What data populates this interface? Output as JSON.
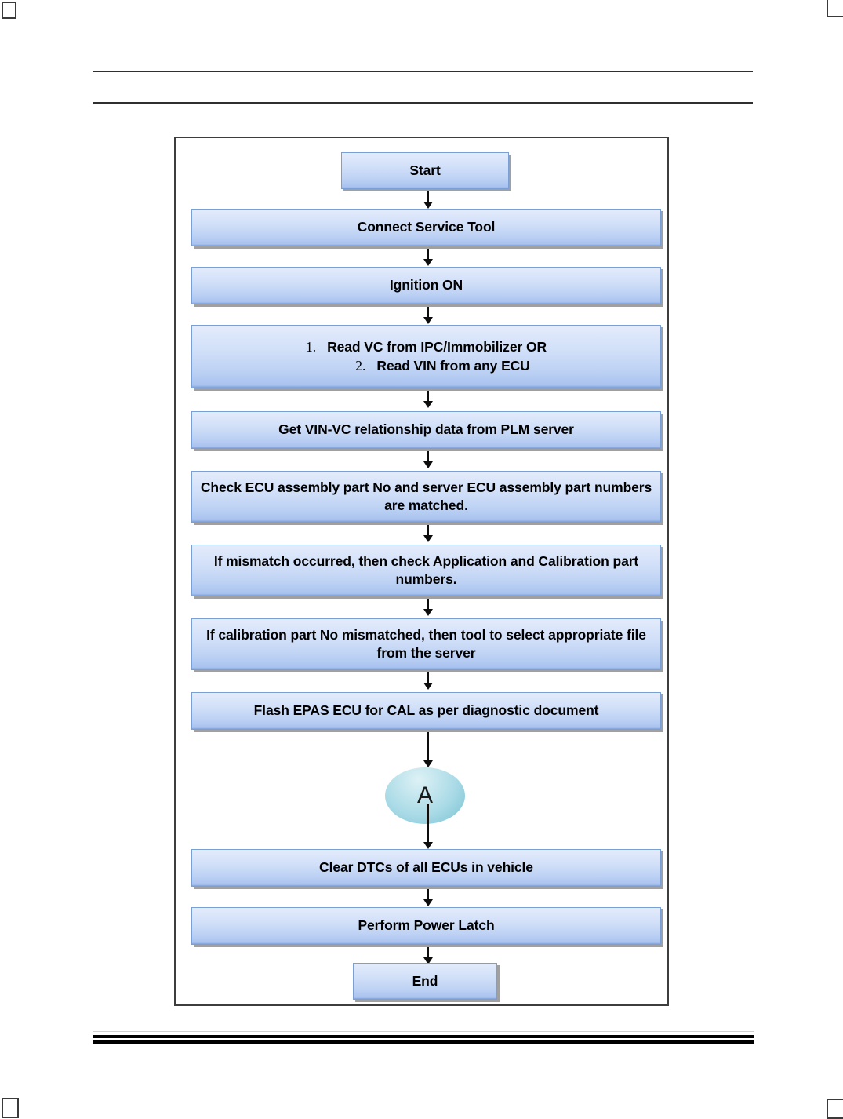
{
  "page": {
    "corner_marks": [
      "top-left",
      "top-right",
      "bottom-left",
      "bottom-right"
    ],
    "header_rules": 2,
    "footer_rules": 2
  },
  "flowchart": {
    "type": "process-flow",
    "orientation": "vertical",
    "colors": {
      "node_fill_top": "#e4ecfb",
      "node_fill_bottom": "#a9c3ef",
      "node_border": "#7a9fd4",
      "node_shadow": "#a0a0a0",
      "connector_fill": "#a8dae6",
      "frame_border": "#3d3d3d",
      "text": "#000000",
      "arrow": "#0d0d0d"
    },
    "nodes": [
      {
        "id": "start",
        "shape": "terminator",
        "label": "Start"
      },
      {
        "id": "connect",
        "shape": "process",
        "label": "Connect Service Tool"
      },
      {
        "id": "ignition",
        "shape": "process",
        "label": "Ignition ON"
      },
      {
        "id": "read",
        "shape": "process",
        "label": "1. Read VC from IPC/Immobilizer OR 2. Read VIN from any ECU",
        "list": [
          {
            "number": "1.",
            "text": "Read VC from IPC/Immobilizer OR"
          },
          {
            "number": "2.",
            "text": "Read VIN from any ECU"
          }
        ]
      },
      {
        "id": "getdata",
        "shape": "process",
        "label": "Get VIN-VC relationship data from PLM server"
      },
      {
        "id": "checkecu",
        "shape": "process",
        "label": "Check ECU assembly part No and server ECU assembly part numbers are matched."
      },
      {
        "id": "mismatch",
        "shape": "process",
        "label": "If mismatch occurred, then check Application and Calibration part numbers."
      },
      {
        "id": "calselect",
        "shape": "process",
        "label": "If calibration part No mismatched, then tool to select appropriate file from the server"
      },
      {
        "id": "flash",
        "shape": "process",
        "label": "Flash EPAS ECU for CAL as per diagnostic document"
      },
      {
        "id": "connA",
        "shape": "connector",
        "label": "A"
      },
      {
        "id": "cleardtc",
        "shape": "process",
        "label": "Clear DTCs of all ECUs in vehicle"
      },
      {
        "id": "powerlatch",
        "shape": "process",
        "label": "Perform Power Latch"
      },
      {
        "id": "end",
        "shape": "terminator",
        "label": "End"
      }
    ],
    "edges": [
      {
        "from": "start",
        "to": "connect"
      },
      {
        "from": "connect",
        "to": "ignition"
      },
      {
        "from": "ignition",
        "to": "read"
      },
      {
        "from": "read",
        "to": "getdata"
      },
      {
        "from": "getdata",
        "to": "checkecu"
      },
      {
        "from": "checkecu",
        "to": "mismatch"
      },
      {
        "from": "mismatch",
        "to": "calselect"
      },
      {
        "from": "calselect",
        "to": "flash"
      },
      {
        "from": "flash",
        "to": "connA"
      },
      {
        "from": "connA",
        "to": "cleardtc"
      },
      {
        "from": "cleardtc",
        "to": "powerlatch"
      },
      {
        "from": "powerlatch",
        "to": "end"
      }
    ]
  }
}
